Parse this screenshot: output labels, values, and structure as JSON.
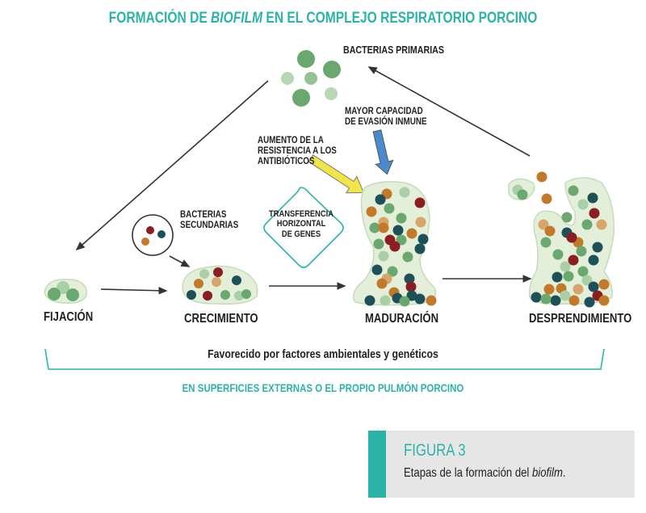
{
  "title": {
    "prefix": "FORMACIÓN DE ",
    "italic": "BIOFILM",
    "suffix": " EN EL COMPLEJO RESPIRATORIO PORCINO"
  },
  "labels": {
    "primary_bacteria": "BACTERIAS PRIMARIAS",
    "immune_evasion_line1": "MAYOR CAPACIDAD",
    "immune_evasion_line2": "DE EVASIÓN INMUNE",
    "antibiotic_resistance_line1": "AUMENTO DE LA",
    "antibiotic_resistance_line2": "RESISTENCIA A LOS",
    "antibiotic_resistance_line3": "ANTIBIÓTICOS",
    "secondary_bacteria_line1": "BACTERIAS",
    "secondary_bacteria_line2": "SECUNDARIAS",
    "gene_transfer_line1": "TRANSFERENCIA",
    "gene_transfer_line2": "HORIZONTAL",
    "gene_transfer_line3": "DE GENES"
  },
  "stages": [
    {
      "name": "FIJACIÓN"
    },
    {
      "name": "CRECIMIENTO"
    },
    {
      "name": "MADURACIÓN"
    },
    {
      "name": "DESPRENDIMIENTO"
    }
  ],
  "bottom": {
    "factors": "Favorecido por factores ambientales y genéticos",
    "location": "EN SUPERFICIES EXTERNAS O EL PROPIO PULMÓN PORCINO"
  },
  "figure": {
    "title": "FIGURA 3",
    "caption_prefix": "Etapas de la formación del ",
    "caption_italic": "biofilm",
    "caption_suffix": "."
  },
  "colors": {
    "accent": "#2bb3a8",
    "text": "#1f1f1f",
    "green_dark": "#6aa870",
    "green_light": "#a8cfa8",
    "teal_dark": "#1d5059",
    "red": "#8b1e22",
    "orange": "#c27a2a",
    "tan": "#d7a56a",
    "biofilm_fill": "#e3efd8",
    "arrow_yellow": "#f0e64a",
    "arrow_blue": "#4a8bd0",
    "caption_bg": "#e6e6e6"
  }
}
